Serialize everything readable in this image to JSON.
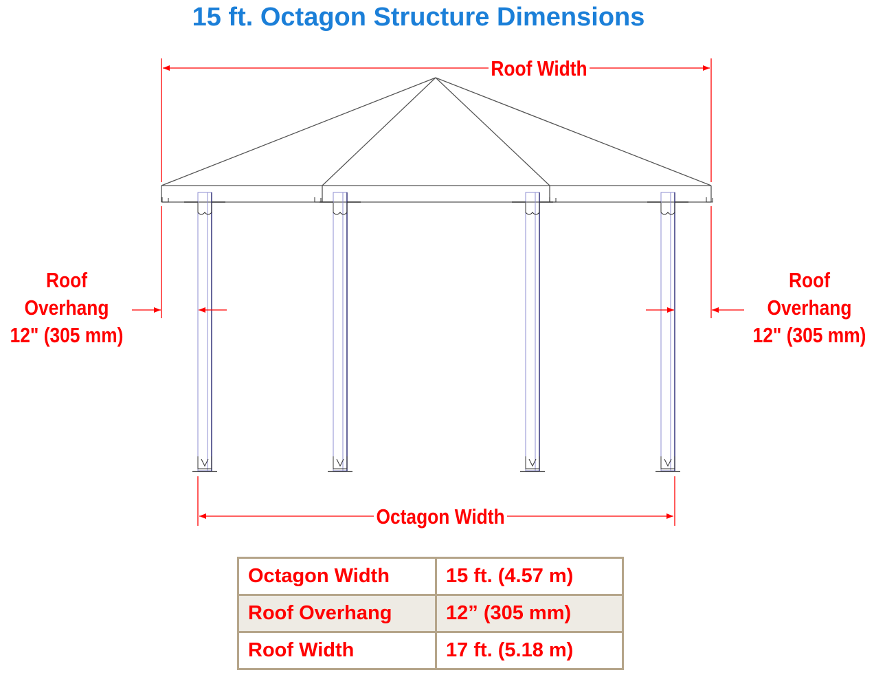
{
  "title": "15 ft. Octagon Structure Dimensions",
  "labels": {
    "roof_width": "Roof Width",
    "octagon_width": "Octagon Width",
    "left_overhang": [
      "Roof",
      "Overhang",
      "12\" (305 mm)"
    ],
    "right_overhang": [
      "Roof",
      "Overhang",
      "12\" (305 mm)"
    ]
  },
  "table": [
    {
      "label": "Octagon Width",
      "value": "15 ft. (4.57 m)"
    },
    {
      "label": "Roof Overhang",
      "value": "12” (305 mm)"
    },
    {
      "label": "Roof Width",
      "value": "17 ft. (5.18 m)"
    }
  ],
  "colors": {
    "title": "#1b7fd8",
    "dimension": "#ff0000",
    "post": "#4a4aa8",
    "table_border": "#b5a58a"
  }
}
